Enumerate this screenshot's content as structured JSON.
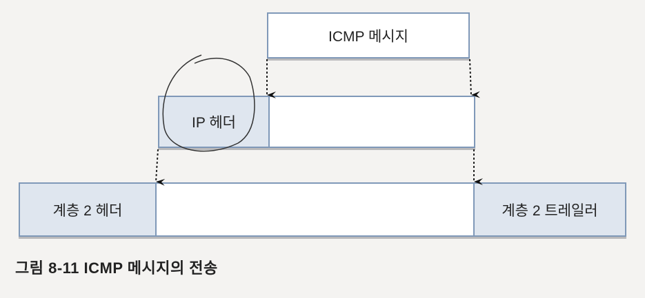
{
  "icmp_box": {
    "label": "ICMP 메시지"
  },
  "ip_box": {
    "header_label": "IP 헤더"
  },
  "l2_box": {
    "header_label": "계층 2 헤더",
    "trailer_label": "계층 2 트레일러"
  },
  "caption": "그림 8-11  ICMP 메시지의 전송"
}
